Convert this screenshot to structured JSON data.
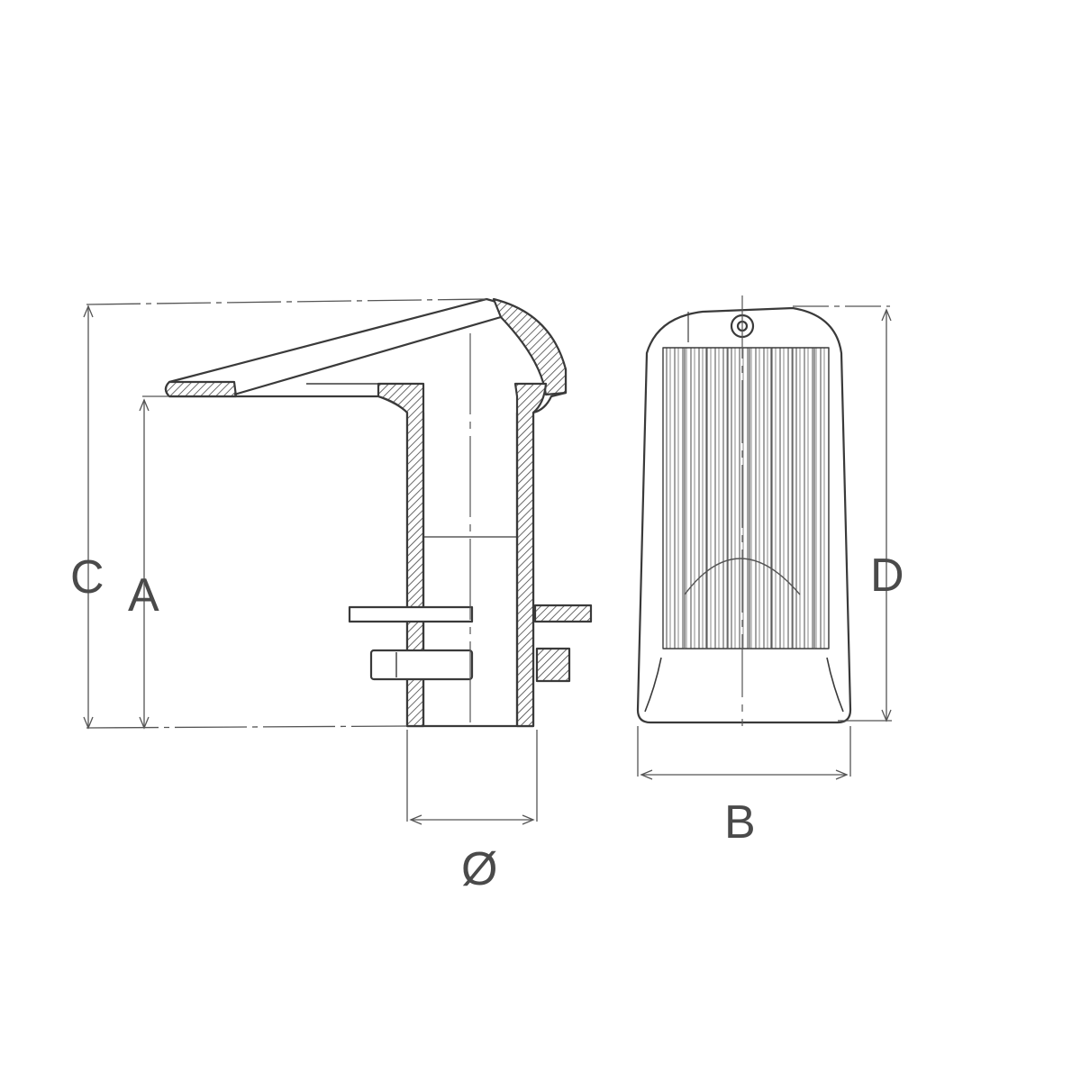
{
  "dimension_labels": {
    "c": "C",
    "a": "A",
    "diameter": "Ø",
    "b": "B",
    "d": "D"
  },
  "colors": {
    "line": "#3a3a3a",
    "dim_line": "#555555",
    "label": "#4a4a4a",
    "background": "#ffffff"
  }
}
